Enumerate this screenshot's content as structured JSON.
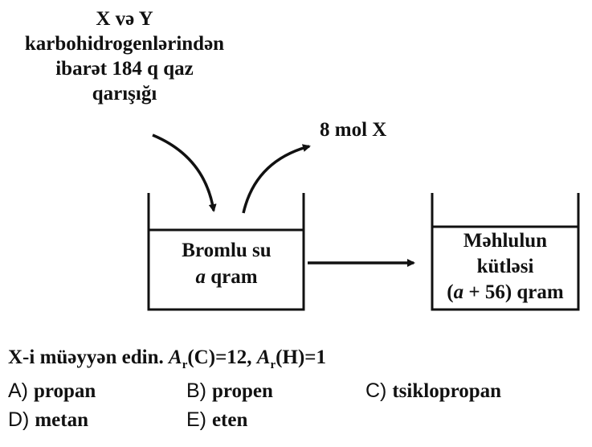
{
  "mixture": {
    "line1": "X və Y",
    "line2": "karbohidrogenlərindən",
    "line3": "ibarət 184 q qaz",
    "line4": "qarışığı"
  },
  "outflow_label": "8 mol X",
  "beaker_left": {
    "line1": "Bromlu su",
    "line2_var": "a",
    "line2_rest": " qram"
  },
  "beaker_right": {
    "line1": "Məhlulun",
    "line2": "kütləsi",
    "line3_open": "(",
    "line3_var": "a",
    "line3_rest": " + 56) qram"
  },
  "question": {
    "text": "X-i müəyyən edin. ",
    "ar_symbol": "A",
    "ar_sub": "r",
    "c_part": "(C)=12, ",
    "h_part": "(H)=1"
  },
  "options": [
    {
      "letter": "A)",
      "text": "propan"
    },
    {
      "letter": "B)",
      "text": "propen"
    },
    {
      "letter": "C)",
      "text": "tsiklopropan"
    },
    {
      "letter": "D)",
      "text": "metan"
    },
    {
      "letter": "E)",
      "text": "eten"
    }
  ],
  "colors": {
    "ink": "#111111",
    "background": "#ffffff"
  }
}
